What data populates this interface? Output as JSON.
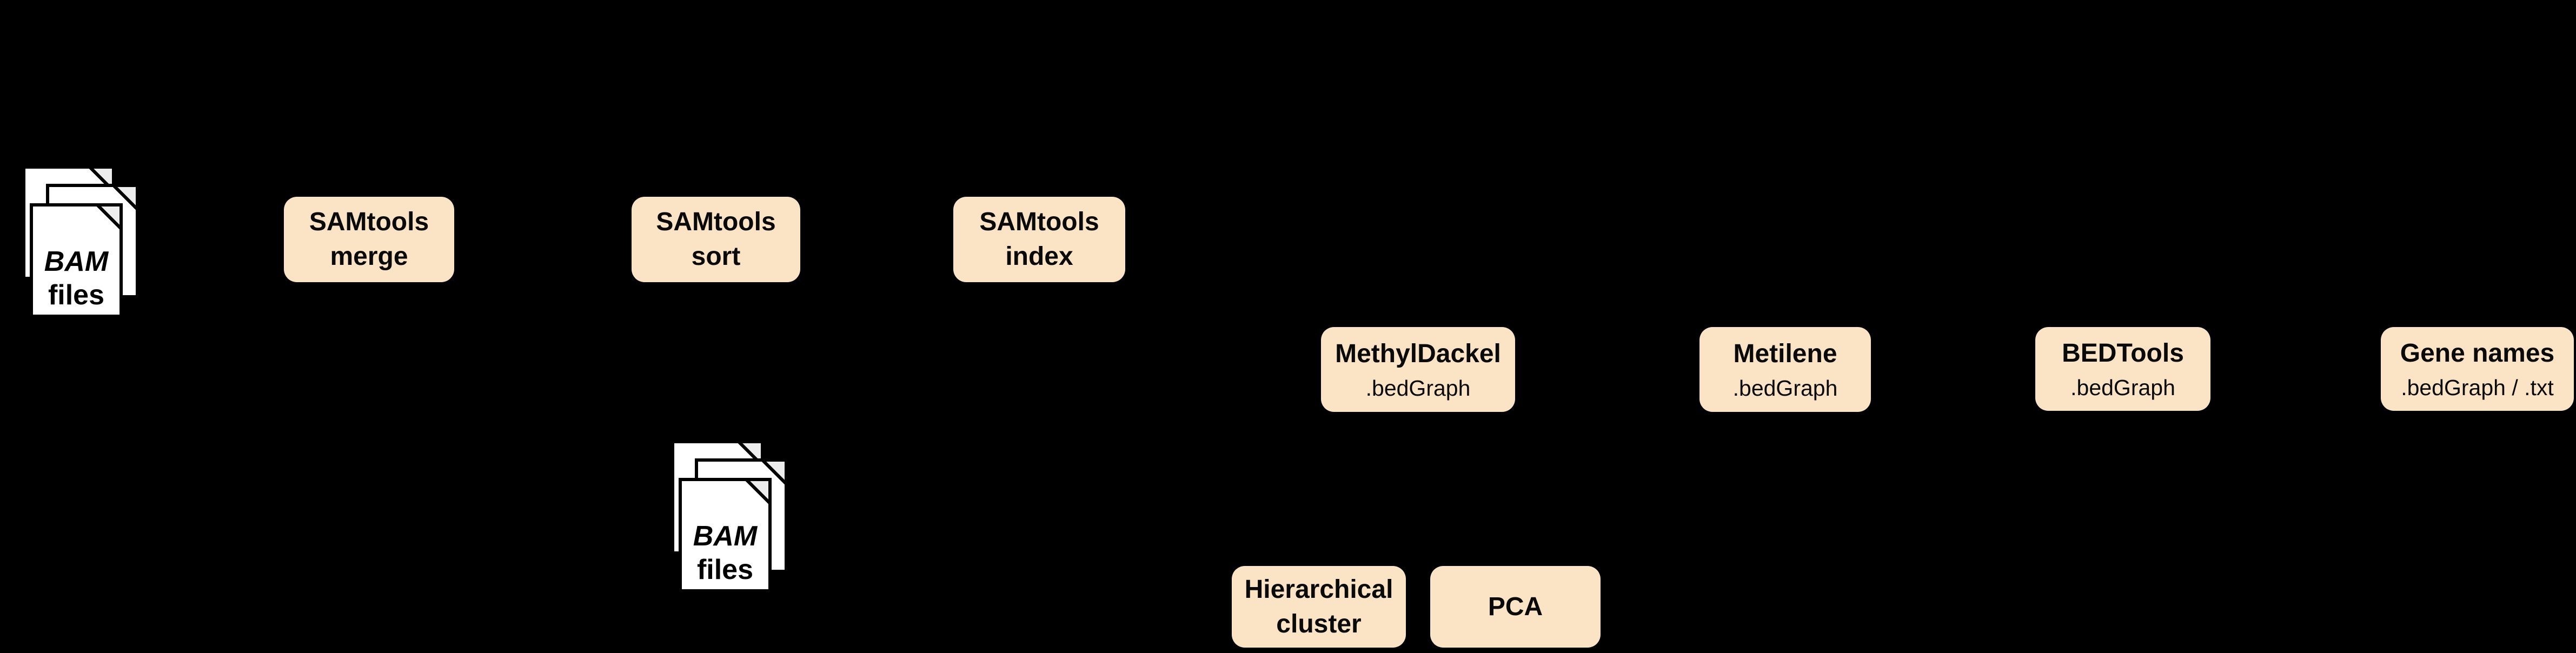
{
  "figure": {
    "background_color": "#000000",
    "node_fill_color": "#fbe3c5",
    "node_text_color": "#0a0a0a",
    "page_fill_color": "#ffffff",
    "fold_fill_color": "#ededed"
  },
  "icons": {
    "bam_input": {
      "line1": "BAM",
      "line2": "files"
    },
    "bam_merged": {
      "line1": "BAM",
      "line2": "files"
    }
  },
  "boxes": [
    {
      "id": "samtools-merge",
      "line1": "SAMtools",
      "line2": "merge"
    },
    {
      "id": "samtools-sort",
      "line1": "SAMtools",
      "line2": "sort"
    },
    {
      "id": "samtools-index",
      "line1": "SAMtools",
      "line2": "index"
    },
    {
      "id": "methyldackel",
      "line1": "MethylDackel",
      "line2": ".bedGraph"
    },
    {
      "id": "metilene",
      "line1": "Metilene",
      "line2": ".bedGraph"
    },
    {
      "id": "bedtools",
      "line1": "BEDTools",
      "line2": ".bedGraph"
    },
    {
      "id": "gene-names",
      "line1": "Gene names",
      "line2": ".bedGraph / .txt"
    },
    {
      "id": "hierarchical-cluster",
      "line1": "Hierarchical",
      "line2": "cluster"
    },
    {
      "id": "pca",
      "line1": "PCA"
    }
  ]
}
